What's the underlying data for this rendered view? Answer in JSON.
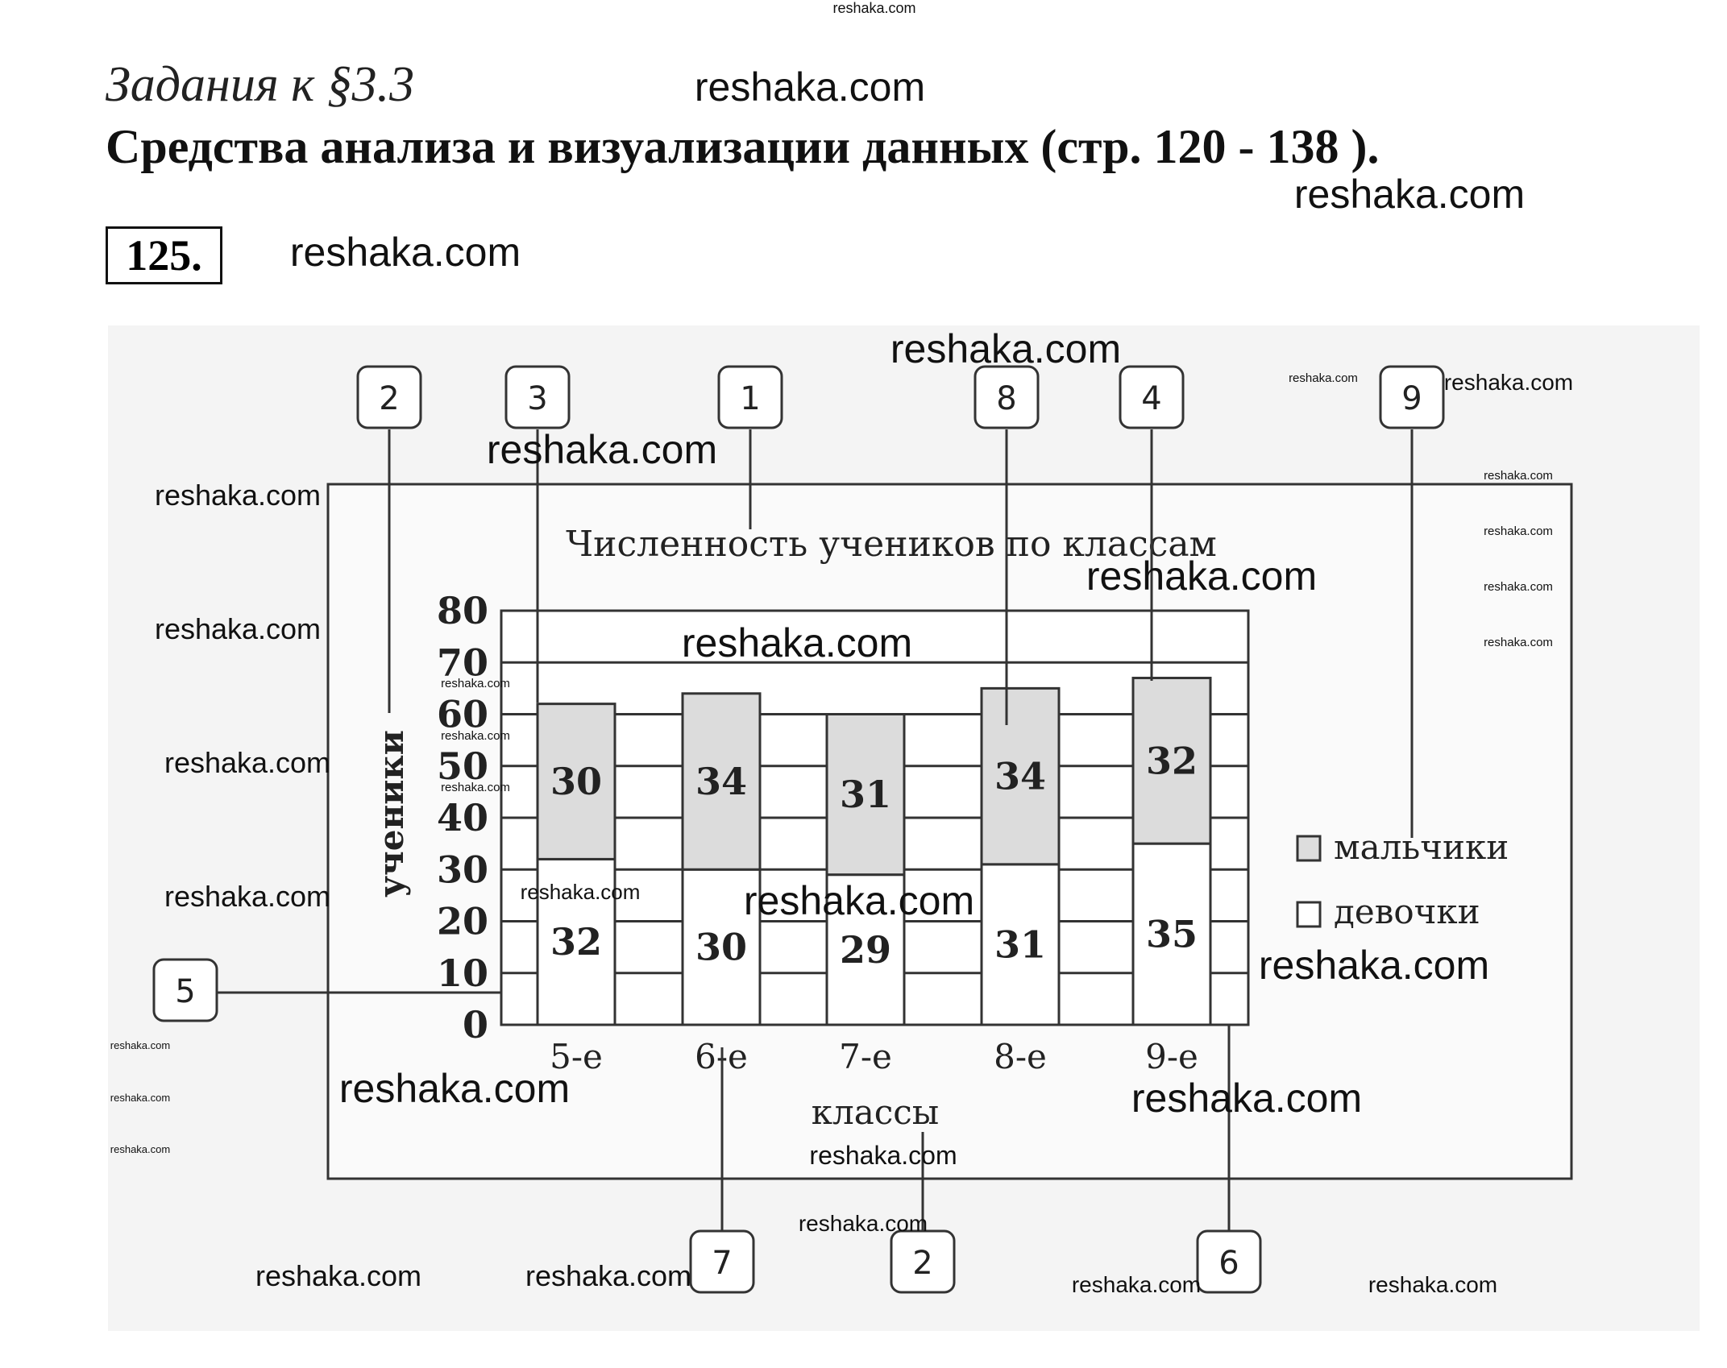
{
  "header": {
    "section": "Задания к §3.3",
    "title": "Средства анализа и визуализации данных  (стр. 120 - 138 ).",
    "exercise_number": "125."
  },
  "callouts": {
    "top": [
      "2",
      "3",
      "1",
      "8",
      "4",
      "9"
    ],
    "left": "5",
    "bottom": [
      "7",
      "2",
      "6"
    ]
  },
  "watermark": "reshaka.com",
  "chart_data": {
    "type": "bar",
    "stacked": true,
    "title": "Численность учеников по классам",
    "xlabel": "классы",
    "ylabel": "ученики",
    "categories": [
      "5-е",
      "6-е",
      "7-е",
      "8-е",
      "9-е"
    ],
    "series": [
      {
        "name": "девочки",
        "values": [
          32,
          30,
          29,
          31,
          35
        ],
        "color": "#ffffff"
      },
      {
        "name": "мальчики",
        "values": [
          30,
          34,
          31,
          34,
          32
        ],
        "color": "#dcdcdc"
      }
    ],
    "yticks": [
      "0",
      "10",
      "20",
      "30",
      "40",
      "50",
      "60",
      "70",
      "80"
    ],
    "ylim": [
      0,
      80
    ],
    "grid": true,
    "legend": "right",
    "legend_order": [
      "мальчики",
      "девочки"
    ]
  }
}
